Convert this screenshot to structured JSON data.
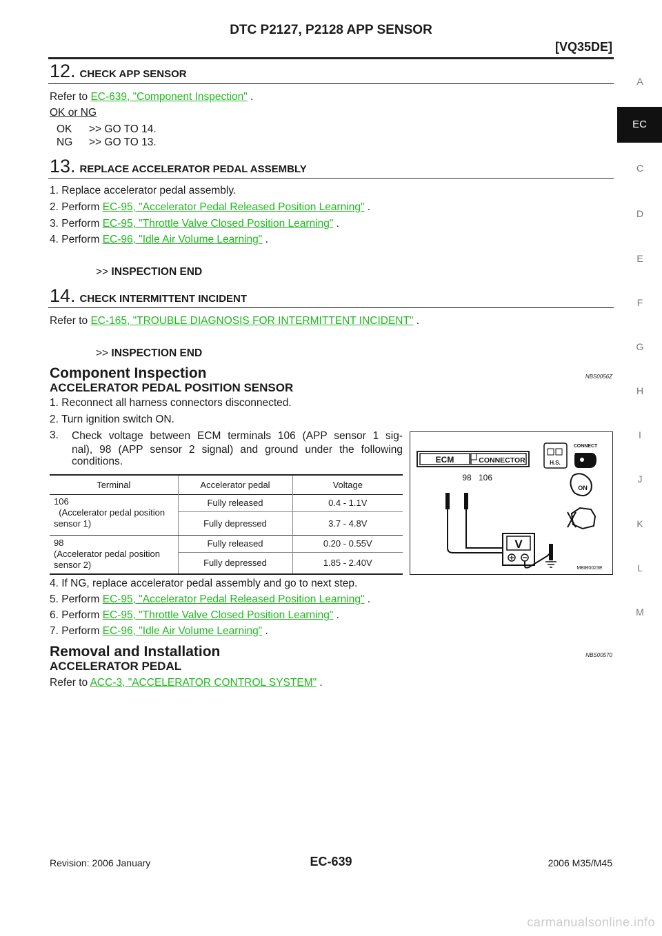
{
  "header": {
    "title": "DTC P2127, P2128 APP SENSOR",
    "model": "[VQ35DE]"
  },
  "side_index": {
    "letters": [
      "A",
      "EC",
      "C",
      "D",
      "E",
      "F",
      "G",
      "H",
      "I",
      "J",
      "K",
      "L",
      "M"
    ],
    "active": "EC"
  },
  "step12": {
    "num": "12.",
    "title": "CHECK APP SENSOR",
    "ref_prefix": "Refer to ",
    "ref_link": "EC-639, \"Component Inspection\"",
    "ref_suffix": " .",
    "ok_or_ng": "OK or NG",
    "ok_label": "OK",
    "ok_action": ">> GO TO 14.",
    "ng_label": "NG",
    "ng_action": ">> GO TO 13."
  },
  "step13": {
    "num": "13.",
    "title": "REPLACE ACCELERATOR PEDAL ASSEMBLY",
    "items": [
      {
        "n": "1.",
        "text": "Replace accelerator pedal assembly.",
        "link": "",
        "suffix": ""
      },
      {
        "n": "2.",
        "text": "Perform ",
        "link": "EC-95, \"Accelerator Pedal Released Position Learning\"",
        "suffix": " ."
      },
      {
        "n": "3.",
        "text": "Perform ",
        "link": "EC-95, \"Throttle Valve Closed Position Learning\"",
        "suffix": " ."
      },
      {
        "n": "4.",
        "text": "Perform ",
        "link": "EC-96, \"Idle Air Volume Learning\"",
        "suffix": " ."
      }
    ],
    "end_arrow": ">>",
    "end_text": "INSPECTION END"
  },
  "step14": {
    "num": "14.",
    "title": "CHECK INTERMITTENT INCIDENT",
    "ref_prefix": "Refer to ",
    "ref_link": "EC-165, \"TROUBLE DIAGNOSIS FOR INTERMITTENT INCIDENT\"",
    "ref_suffix": " .",
    "end_arrow": ">>",
    "end_text": "INSPECTION END"
  },
  "component_inspection": {
    "title": "Component Inspection",
    "code": "NBS0056Z",
    "subtitle": "ACCELERATOR PEDAL POSITION SENSOR",
    "steps": [
      {
        "n": "1.",
        "text": "Reconnect all harness connectors disconnected."
      },
      {
        "n": "2.",
        "text": "Turn ignition switch ON."
      }
    ],
    "step3_n": "3.",
    "step3_lines": [
      "Check voltage between ECM terminals 106 (APP sensor 1 sig-",
      "nal), 98 (APP sensor 2 signal) and ground under the following",
      "conditions."
    ],
    "table": {
      "headers": [
        "Terminal",
        "Accelerator pedal",
        "Voltage"
      ],
      "groups": [
        {
          "terminal_lines": [
            "106",
            "  (Accelerator pedal position",
            "sensor 1)"
          ],
          "rows": [
            {
              "pedal": "Fully released",
              "voltage": "0.4 - 1.1V"
            },
            {
              "pedal": "Fully depressed",
              "voltage": "3.7 - 4.8V"
            }
          ]
        },
        {
          "terminal_lines": [
            "98",
            "(Accelerator pedal position",
            "sensor 2)"
          ],
          "rows": [
            {
              "pedal": "Fully released",
              "voltage": "0.20 - 0.55V"
            },
            {
              "pedal": "Fully depressed",
              "voltage": "1.85 - 2.40V"
            }
          ]
        }
      ]
    },
    "after_steps": [
      {
        "n": "4.",
        "text": "If NG, replace accelerator pedal assembly and go to next step.",
        "link": "",
        "suffix": ""
      },
      {
        "n": "5.",
        "text": "Perform ",
        "link": "EC-95, \"Accelerator Pedal Released Position Learning\"",
        "suffix": " ."
      },
      {
        "n": "6.",
        "text": "Perform ",
        "link": "EC-95, \"Throttle Valve Closed Position Learning\"",
        "suffix": " ."
      },
      {
        "n": "7.",
        "text": "Perform ",
        "link": "EC-96, \"Idle Air Volume Learning\"",
        "suffix": " ."
      }
    ],
    "diagram": {
      "ecm": "ECM",
      "connector": "CONNECTOR",
      "pin1": "98",
      "pin2": "106",
      "meter": "V",
      "connect": "CONNECT",
      "hs": "H.S.",
      "on": "ON",
      "fig_code": "MBIB0023E"
    }
  },
  "removal": {
    "title": "Removal and Installation",
    "code": "NBS00570",
    "subtitle": "ACCELERATOR PEDAL",
    "ref_prefix": "Refer to ",
    "ref_link": "ACC-3, \"ACCELERATOR CONTROL SYSTEM\"",
    "ref_suffix": " ."
  },
  "footer": {
    "revision": "Revision: 2006 January",
    "page": "EC-639",
    "model": "2006 M35/M45"
  },
  "watermark": "carmanualsonline.info",
  "colors": {
    "link": "#1fb81f",
    "tab_bg": "#111111"
  }
}
